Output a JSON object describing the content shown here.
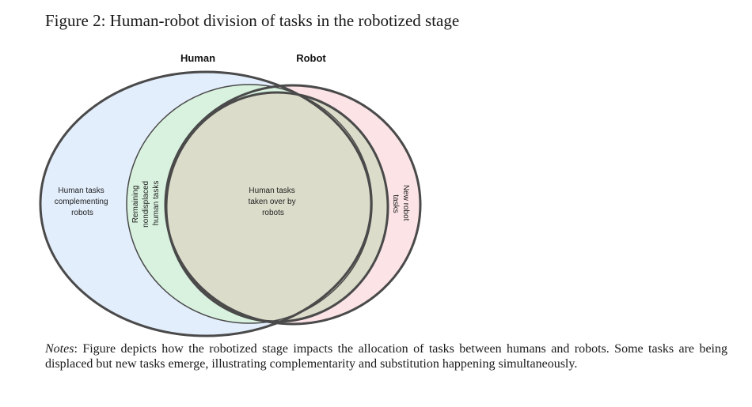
{
  "figure": {
    "title": "Figure 2: Human-robot division of tasks in the robotized stage"
  },
  "diagram": {
    "set_labels": {
      "human": "Human",
      "robot": "Robot"
    },
    "regions": {
      "human_complementing": [
        "Human tasks",
        "complementing",
        "robots"
      ],
      "remaining_nondisplaced": [
        "Remaining",
        "nondisplaced",
        "human tasks"
      ],
      "taken_over": [
        "Human tasks",
        "taken over by",
        "robots"
      ],
      "new_robot": [
        "New robot",
        "tasks"
      ]
    },
    "colors": {
      "human_fill": "#e3eefc",
      "remaining_fill": "#d9f2df",
      "overlap_fill": "#dcdccb",
      "robot_fill": "#fbe3e6",
      "outline": "#4a4a4a"
    }
  },
  "notes": {
    "label": "Notes",
    "text": ": Figure depicts how the robotized stage impacts the allocation of tasks between humans and robots. Some tasks are being displaced but new tasks emerge, illustrating complementarity and substitution happening simultaneously."
  }
}
